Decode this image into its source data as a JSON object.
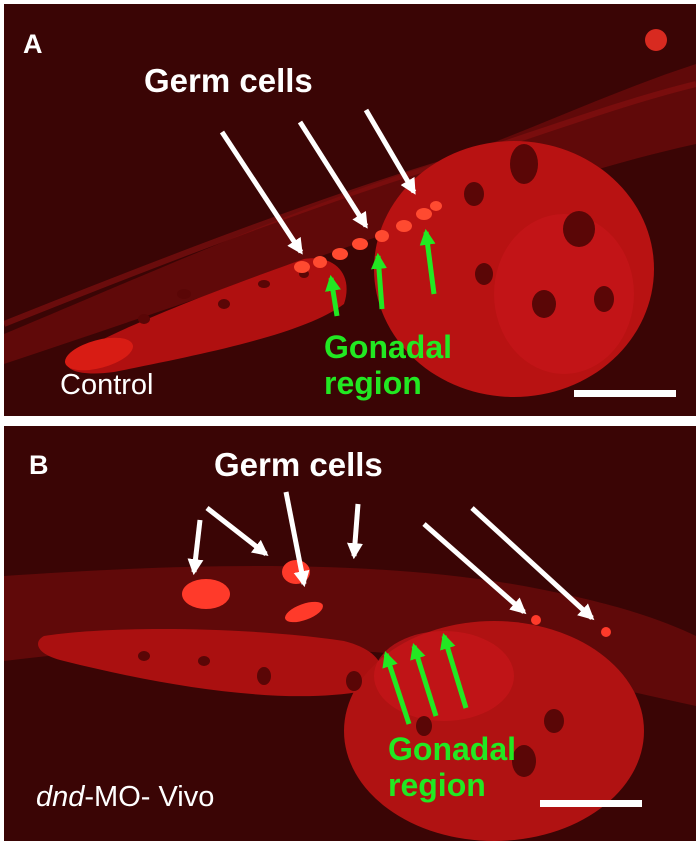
{
  "panels": [
    {
      "letter": "A",
      "germ_label": "Germ cells",
      "region_label_line1": "Gonadal",
      "region_label_line2": "region",
      "condition_label": "Control",
      "colors": {
        "background": "#3a0505",
        "tissue": "#b01010",
        "cells": "#ff3a2a",
        "germ_arrows": "#ffffff",
        "region_arrows": "#22e822"
      }
    },
    {
      "letter": "B",
      "germ_label": "Germ cells",
      "region_label_line1": "Gonadal",
      "region_label_line2": "region",
      "condition_label_italic": "dnd",
      "condition_label_rest": "-MO- Vivo",
      "colors": {
        "background": "#380505",
        "tissue": "#a51010",
        "cells": "#ff3a2a",
        "germ_arrows": "#ffffff",
        "region_arrows": "#22e822"
      }
    }
  ]
}
